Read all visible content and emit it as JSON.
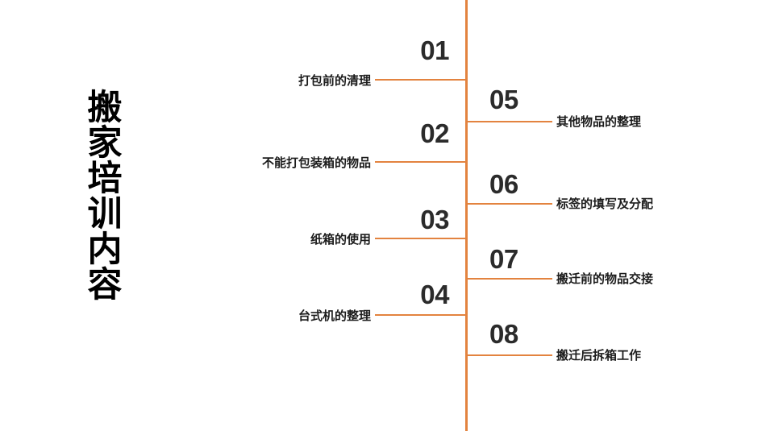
{
  "slide": {
    "title": "搬家培训内容",
    "background_color": "#ffffff",
    "accent_color": "#E3833F",
    "number_color": "#2b2b2b",
    "label_color": "#1c1c1c"
  },
  "items_left": [
    {
      "number": "01",
      "label": "打包前的清理"
    },
    {
      "number": "02",
      "label": "不能打包装箱的物品"
    },
    {
      "number": "03",
      "label": "纸箱的使用"
    },
    {
      "number": "04",
      "label": "台式机的整理"
    }
  ],
  "items_right": [
    {
      "number": "05",
      "label": "其他物品的整理"
    },
    {
      "number": "06",
      "label": "标签的填写及分配"
    },
    {
      "number": "07",
      "label": "搬迁前的物品交接"
    },
    {
      "number": "08",
      "label": "搬迁后拆箱工作"
    }
  ]
}
